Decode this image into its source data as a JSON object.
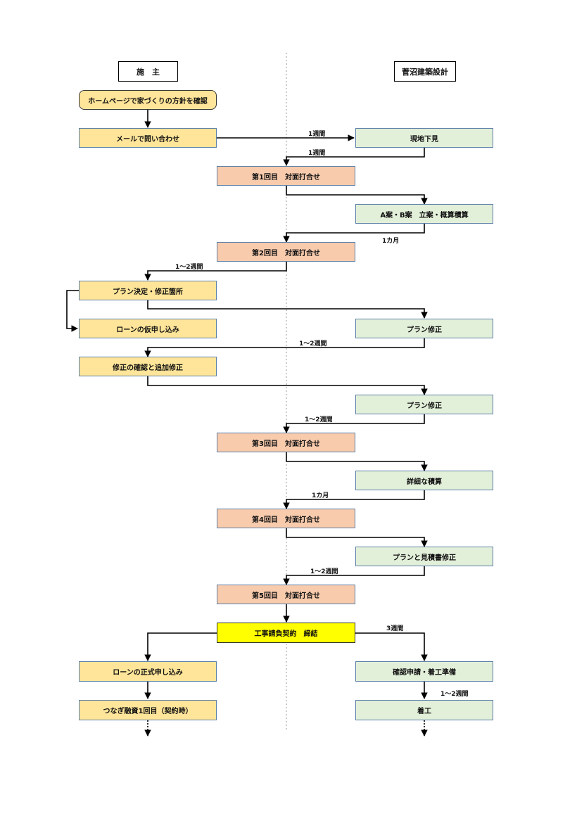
{
  "headers": {
    "client": "施　主",
    "architect": "菅沼建築設計"
  },
  "client_steps": {
    "homepage": "ホームページで家づくりの方針を確認",
    "inquiry": "メールで問い合わせ",
    "plan_decision": "プラン決定・修正箇所",
    "loan_provisional": "ローンの仮申し込み",
    "confirm_fix": "修正の確認と追加修正",
    "loan_formal": "ローンの正式申し込み",
    "bridge_loan": "つなぎ融資1回目（契約時）"
  },
  "meetings": {
    "m1": "第1回目　対面打合せ",
    "m2": "第2回目　対面打合せ",
    "m3": "第3回目　対面打合せ",
    "m4": "第4回目　対面打合せ",
    "m5": "第5回目　対面打合せ"
  },
  "contract": "工事請負契約　締結",
  "architect_steps": {
    "site_visit": "現地下見",
    "ab_plan": "A案・B案　立案・概算積算",
    "plan_fix1": "プラン修正",
    "plan_fix2": "プラン修正",
    "detail_estimate": "詳細な積算",
    "plan_estimate_fix": "プランと見積書修正",
    "permit_prep": "確認申請・着工準備",
    "start": "着工"
  },
  "durations": {
    "d1": "1週間",
    "d2": "1週間",
    "d3": "1カ月",
    "d4": "1～2週間",
    "d5": "1～2週間",
    "d6": "1～2週間",
    "d7": "1カ月",
    "d8": "1～2週間",
    "d9": "3週間",
    "d10": "1～2週間"
  }
}
